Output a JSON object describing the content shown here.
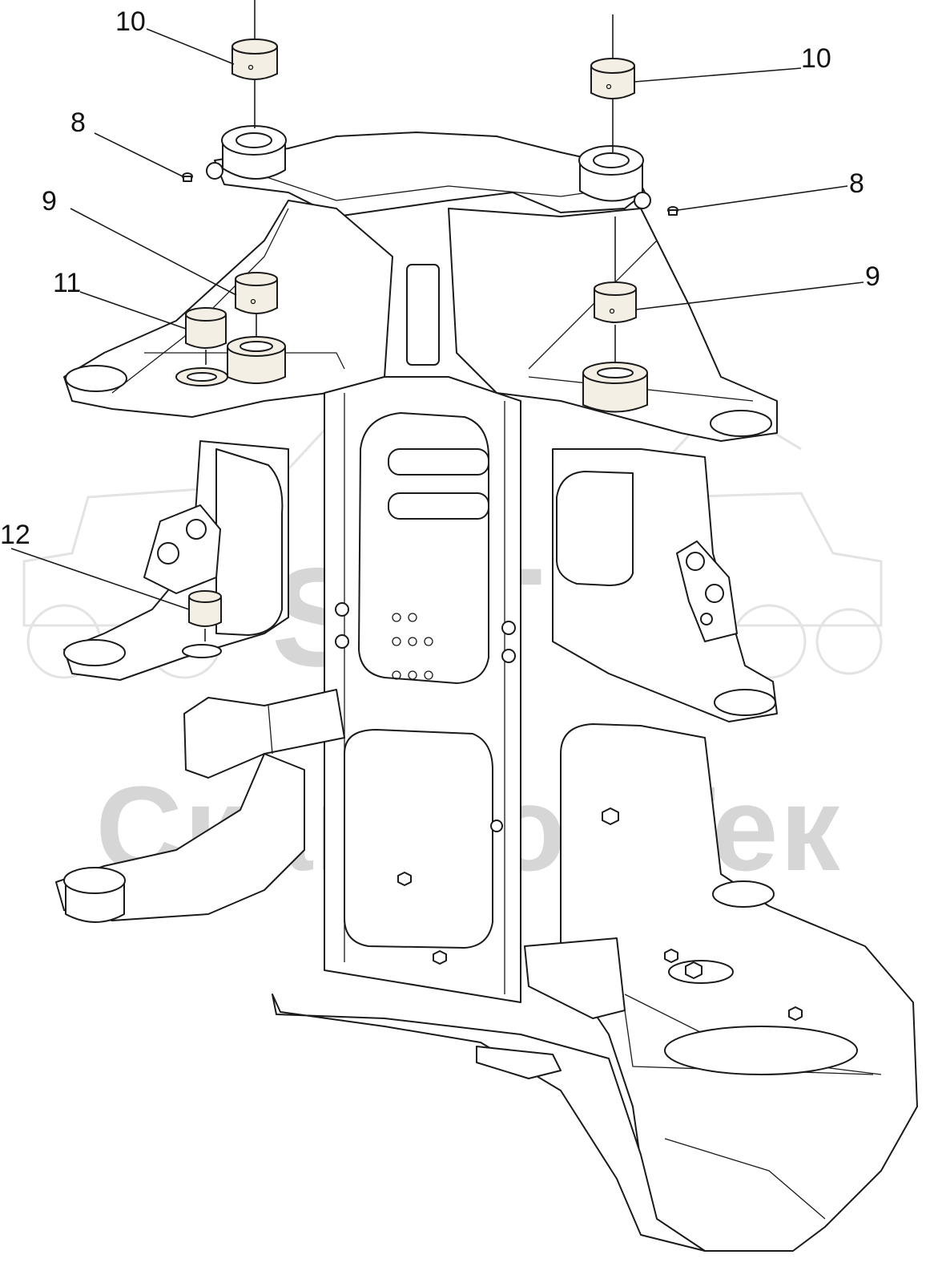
{
  "watermark": {
    "logo_text": "SFT",
    "brand_text": "СканФорТек"
  },
  "callouts": [
    {
      "id": "c10a",
      "label": "10"
    },
    {
      "id": "c10b",
      "label": "10"
    },
    {
      "id": "c8a",
      "label": "8"
    },
    {
      "id": "c8b",
      "label": "8"
    },
    {
      "id": "c9a",
      "label": "9"
    },
    {
      "id": "c9b",
      "label": "9"
    },
    {
      "id": "c11",
      "label": "11"
    },
    {
      "id": "c12",
      "label": "12"
    }
  ],
  "colors": {
    "line": "#1a1a1a",
    "bushing_fill": "#f4efe4",
    "watermark": "#d6d6d6"
  }
}
